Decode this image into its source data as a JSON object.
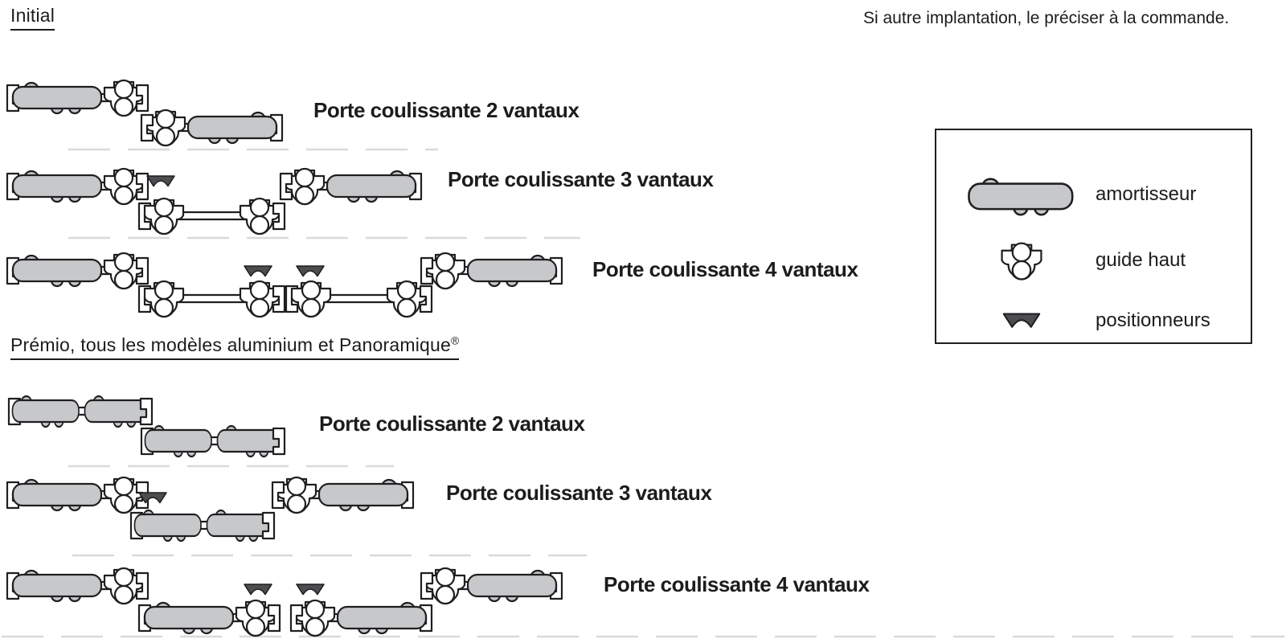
{
  "sections": {
    "initial": {
      "title": "Initial"
    },
    "premio": {
      "title": "Prémio, tous les modèles aluminium et Panoramique",
      "registered": "®"
    }
  },
  "note": {
    "text": "Si autre implantation, le préciser à la commande."
  },
  "rows": {
    "initial_2v": {
      "label": "Porte coulissante 2 vantaux",
      "vantaux": 2
    },
    "initial_3v": {
      "label": "Porte coulissante 3 vantaux",
      "vantaux": 3
    },
    "initial_4v": {
      "label": "Porte coulissante 4 vantaux",
      "vantaux": 4
    },
    "premio_2v": {
      "label": "Porte coulissante 2 vantaux",
      "vantaux": 2
    },
    "premio_3v": {
      "label": "Porte coulissante 3 vantaux",
      "vantaux": 3
    },
    "premio_4v": {
      "label": "Porte coulissante 4 vantaux",
      "vantaux": 4
    }
  },
  "legend": {
    "items": [
      {
        "icon": "amortisseur-icon",
        "label": "amortisseur"
      },
      {
        "icon": "guide-haut-icon",
        "label": "guide haut"
      },
      {
        "icon": "positionneurs-icon",
        "label": "positionneurs"
      }
    ]
  },
  "colors": {
    "outline": "#1f1f21",
    "damper-fill": "#c7c8ca",
    "positioner-fill": "#4d4d50",
    "dash-color": "#d9d9d9",
    "text-color": "#1c1c1e"
  }
}
